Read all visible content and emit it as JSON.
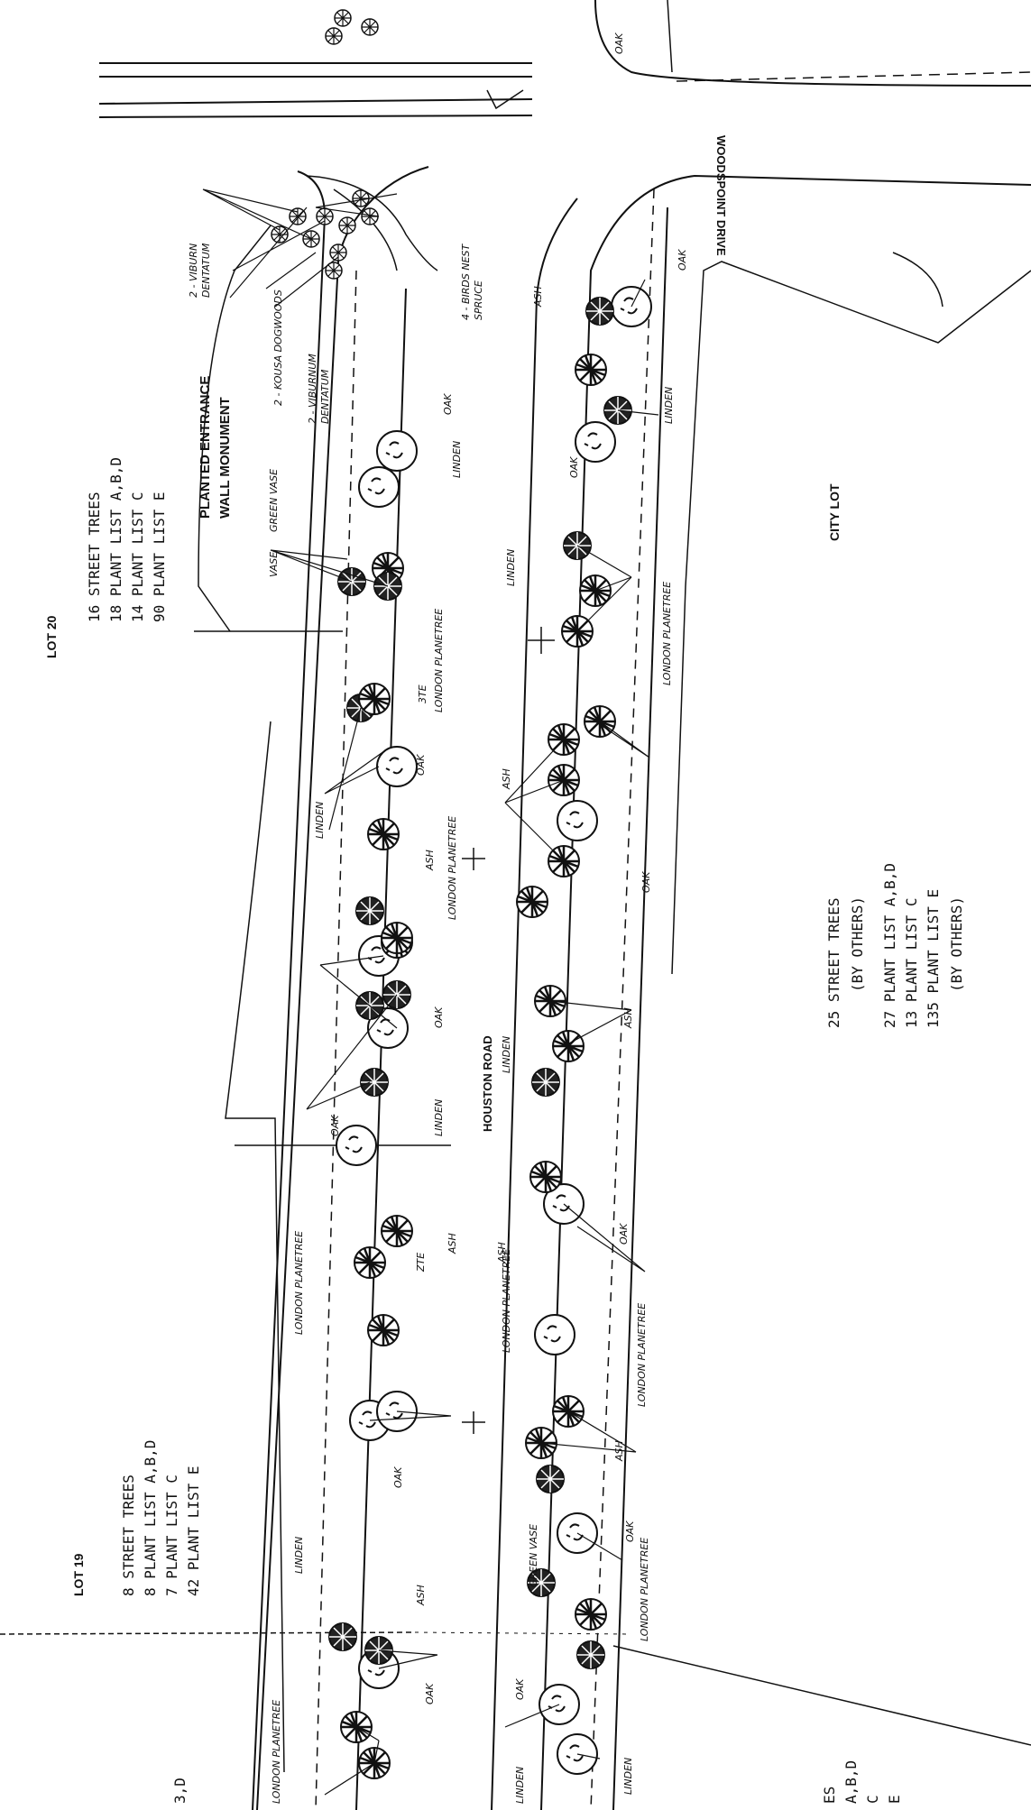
{
  "lot20": {
    "title": "LOT 20",
    "lines": [
      "16  STREET TREES",
      "18  PLANT LIST A,B,D",
      "14  PLANT LIST C",
      "90  PLANT LIST E"
    ]
  },
  "lot19": {
    "title": "LOT 19",
    "lines": [
      "8  STREET TREES",
      "8  PLANT LIST A,B,D",
      "7  PLANT LIST C",
      "42  PLANT LIST E"
    ]
  },
  "citylot": {
    "title": "CITY LOT",
    "lines": [
      "25  STREET TREES",
      "(BY OTHERS)",
      "27  PLANT LIST A,B,D",
      "13  PLANT LIST C",
      "135  PLANT LIST E",
      "(BY OTHERS)"
    ]
  },
  "partial_right": {
    "lines": [
      "ES",
      "A,B,D",
      "C",
      "E"
    ]
  },
  "partial_left": {
    "lines": [
      "3,D"
    ]
  },
  "road_labels": {
    "woodspoint": "WOODSPOINT DRIVE",
    "houston": "HOUSTON ROAD",
    "monument": [
      "PLANTED ENTRANCE",
      "WALL MONUMENT"
    ]
  },
  "plant_labels": {
    "viburnum_top": [
      "2 - VIBURN",
      "DENTATUM"
    ],
    "kousa": "2 - KOUSA DOGWOODS",
    "viburnum_mid": [
      "2 - VIBURNUM",
      "DENTATUM"
    ],
    "spruce": [
      "4 - BIRDS NEST",
      "SPRUCE"
    ],
    "oak": "OAK",
    "linden": "LINDEN",
    "ash": "ASH",
    "plane": "LONDON PLANETREE",
    "green_vase": "GREEN VASE",
    "vase": "VASE",
    "num_a": "3TE",
    "num_b": "ZTE"
  }
}
